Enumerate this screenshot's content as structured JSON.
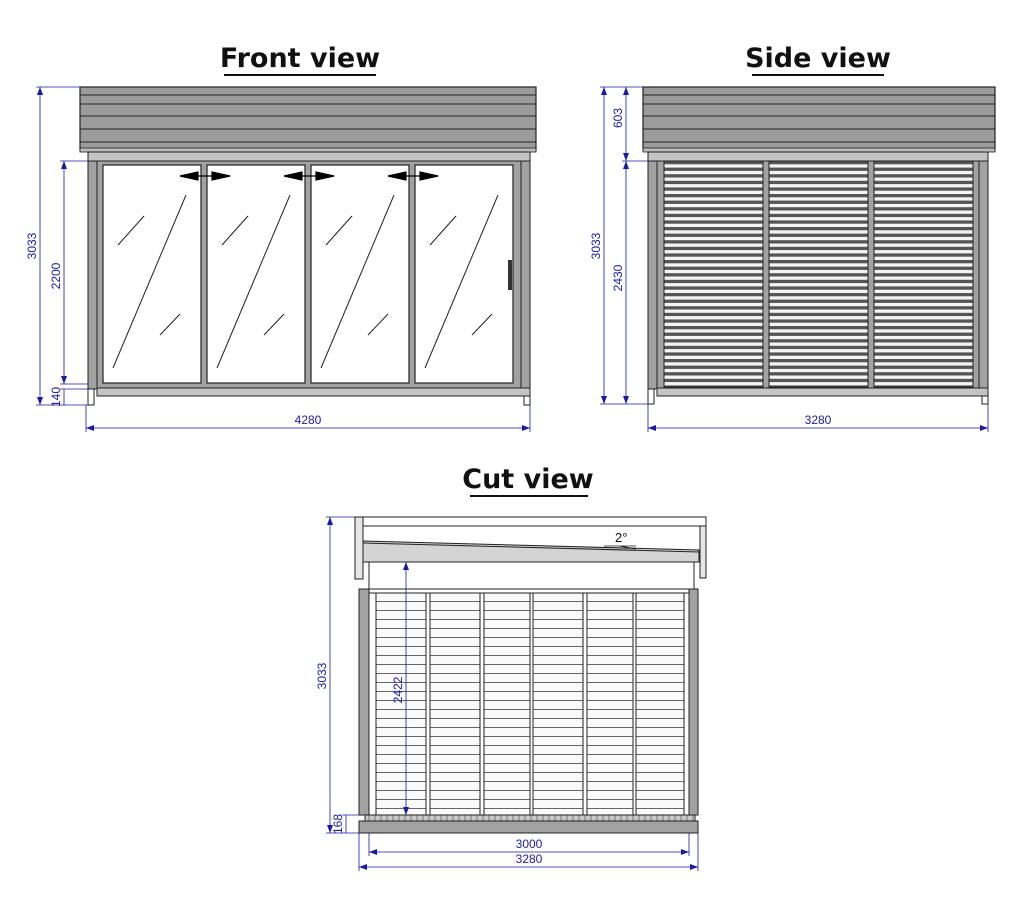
{
  "views": {
    "front": {
      "title": "Front view",
      "dimensions": {
        "total_height": "3033",
        "door_height": "2200",
        "base_height": "140",
        "width": "4280"
      }
    },
    "side": {
      "title": "Side view",
      "dimensions": {
        "roof_height": "603",
        "total_height": "3033",
        "wall_height": "2430",
        "width": "3280"
      }
    },
    "cut": {
      "title": "Cut view",
      "dimensions": {
        "total_height": "3033",
        "inner_height": "2422",
        "floor_height": "168",
        "inner_width": "3000",
        "outer_width": "3280",
        "roof_slope": "2°"
      }
    }
  }
}
